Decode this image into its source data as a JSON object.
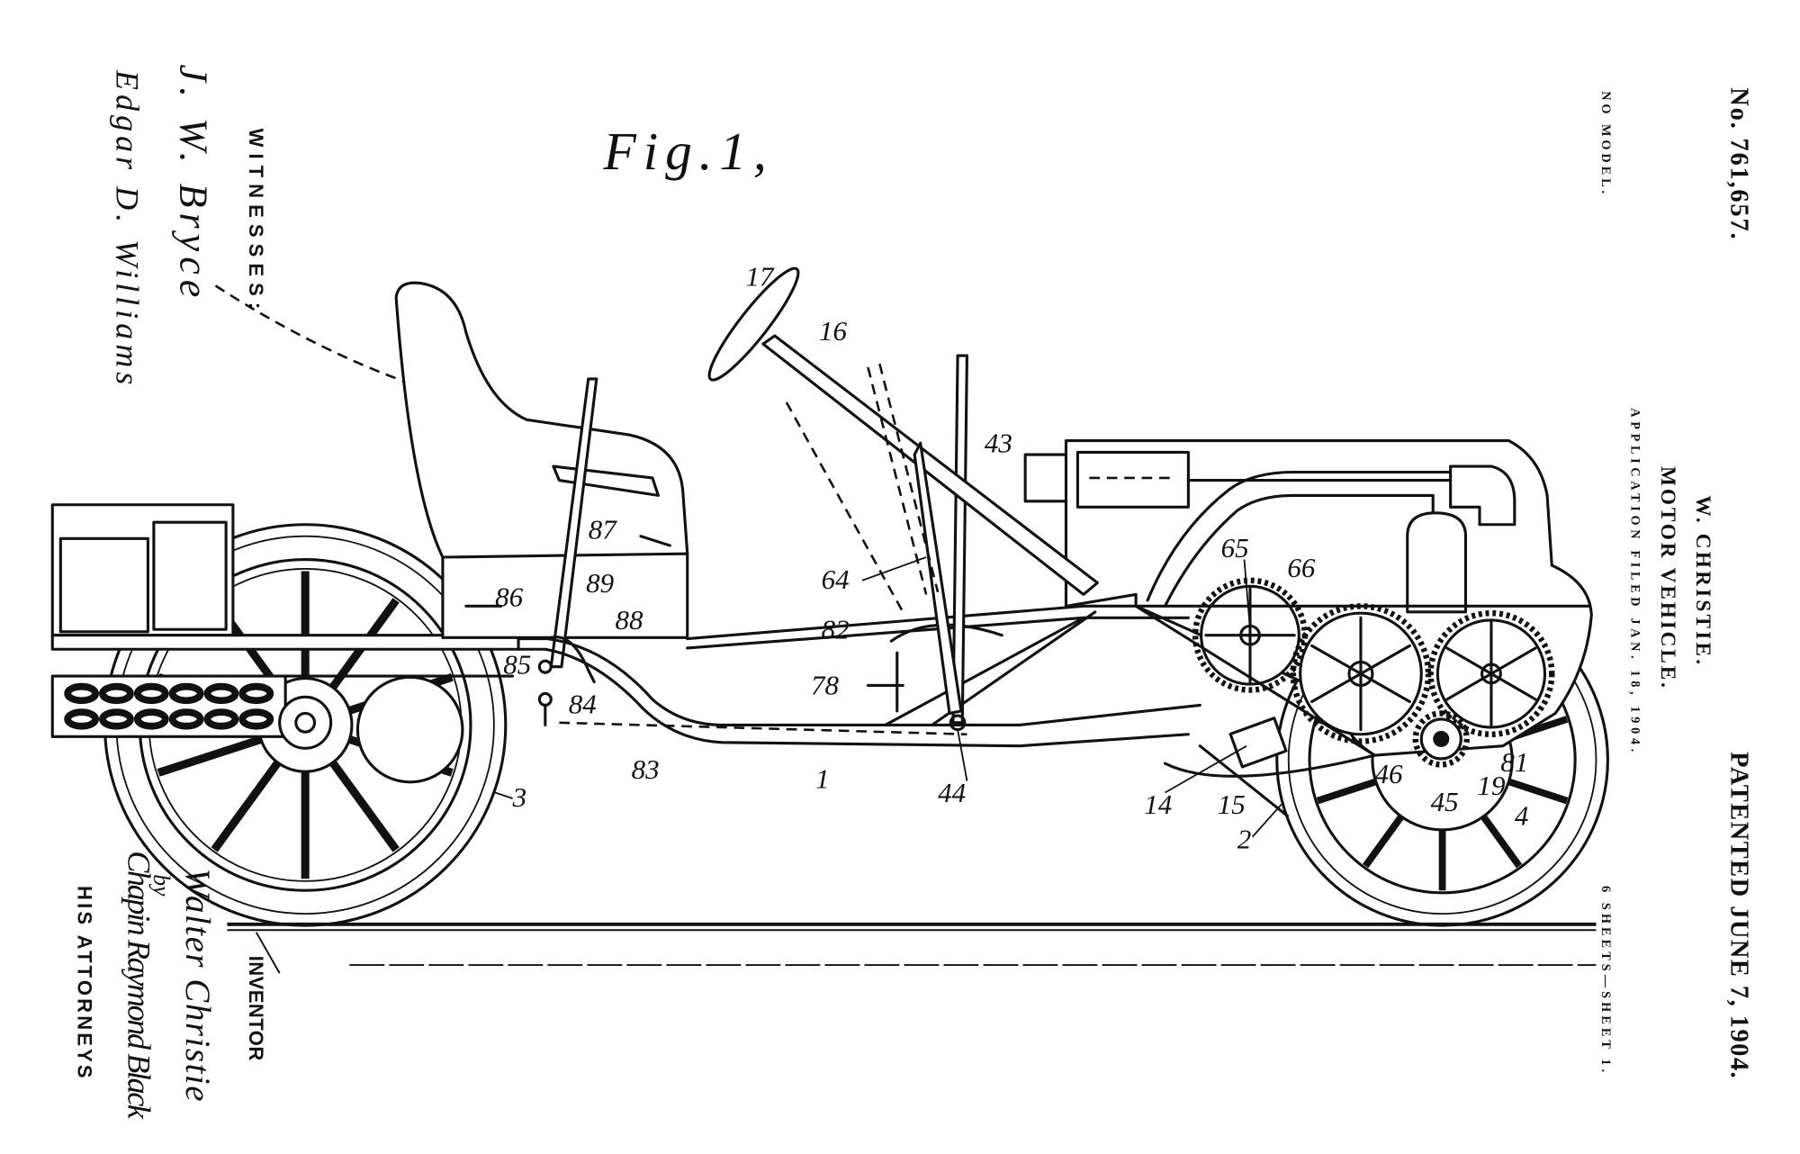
{
  "header": {
    "patent_number": "No. 761,657.",
    "patented_date": "PATENTED JUNE 7, 1904.",
    "inventor_name": "W. CHRISTIE.",
    "title": "MOTOR VEHICLE.",
    "application": "APPLICATION FILED JAN. 18, 1904.",
    "model_note": "NO MODEL.",
    "sheets": "6 SHEETS—SHEET 1."
  },
  "figure_label": "Fig.1,",
  "witnesses": {
    "label": "WITNESSES:",
    "signatures": [
      "J. W. Bryce",
      "Edgar D. Williams"
    ]
  },
  "inventor": {
    "label": "INVENTOR",
    "signature": "Walter Christie",
    "by": "by",
    "attorney_signature": "Chapin Raymond Black",
    "attorneys_label": "HIS ATTORNEYS"
  },
  "reference_numerals": [
    "17",
    "16",
    "43",
    "64",
    "65",
    "66",
    "82",
    "78",
    "87",
    "86",
    "89",
    "88",
    "85",
    "84",
    "83",
    "1",
    "44",
    "14",
    "15",
    "46",
    "45",
    "19",
    "81",
    "4",
    "2",
    "3"
  ]
}
